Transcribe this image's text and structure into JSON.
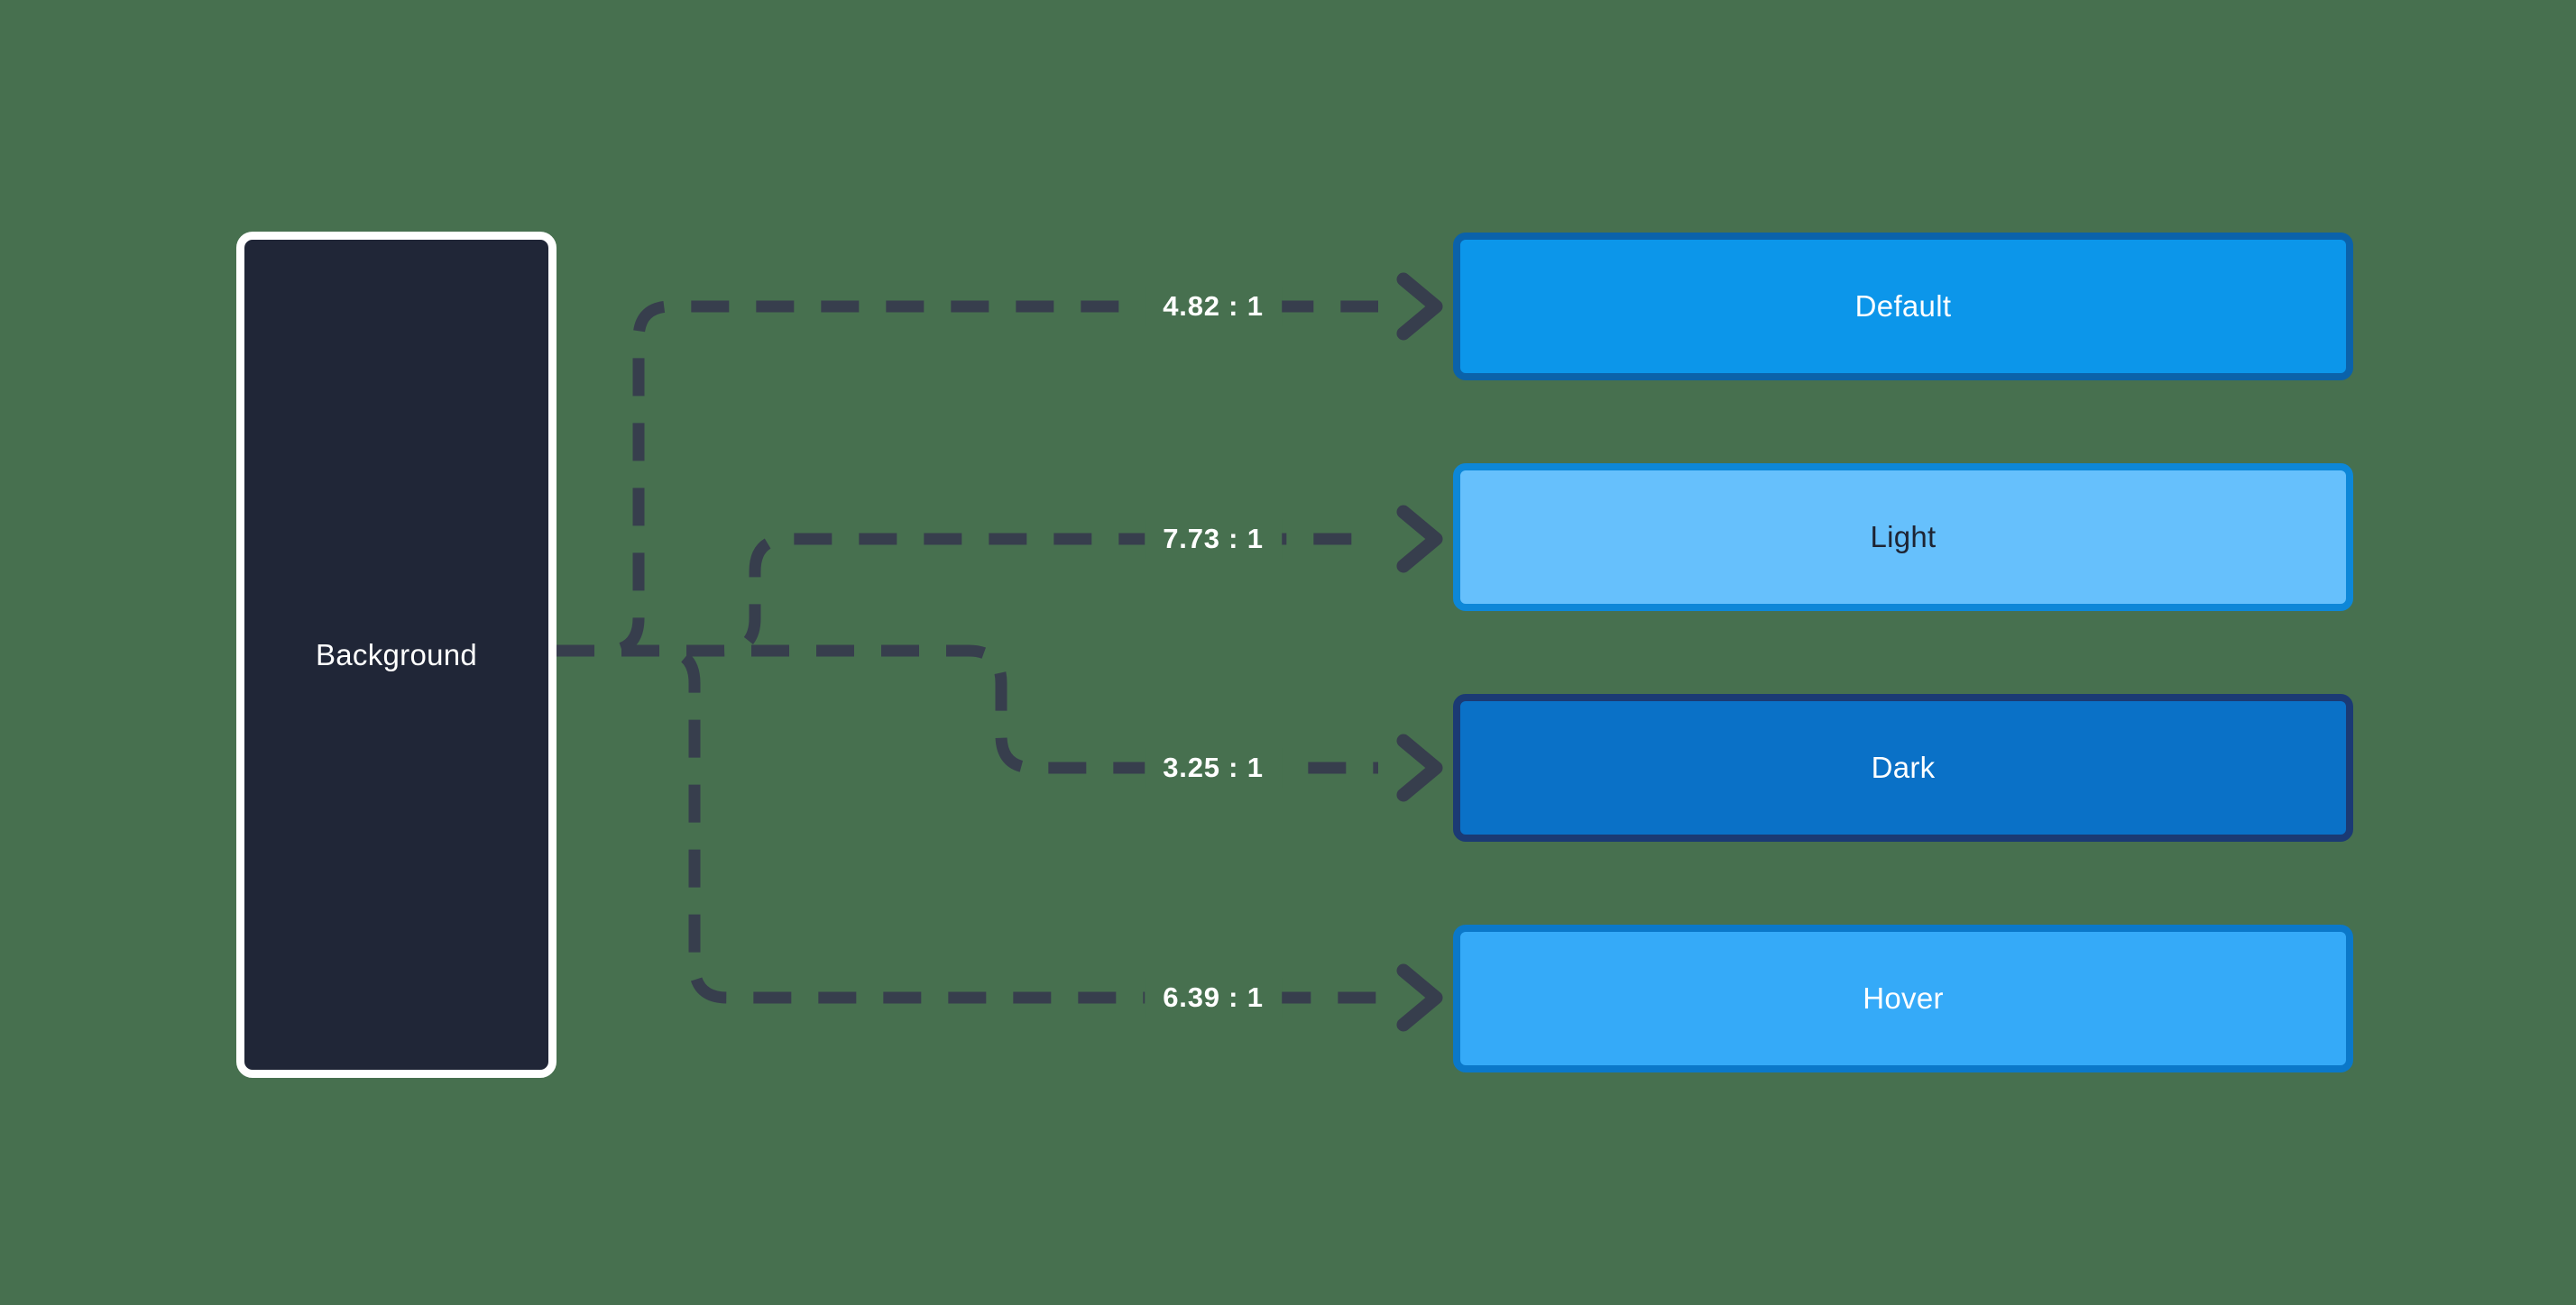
{
  "canvas": {
    "background": "#47704F",
    "connector_color": "#373E4D"
  },
  "background_swatch": {
    "label": "Background",
    "fill": "#202637",
    "border": "#FFFFFF",
    "label_color": "#FFFFFF"
  },
  "connections": [
    {
      "ratio": "4.82 : 1",
      "target": {
        "label": "Default",
        "fill": "#0C96EA",
        "border": "#0B62AA",
        "label_color": "#FFFFFF"
      }
    },
    {
      "ratio": "7.73 : 1",
      "target": {
        "label": "Light",
        "fill": "#66C0FC",
        "border": "#0D87D8",
        "label_color": "#1E2433"
      }
    },
    {
      "ratio": "3.25 : 1",
      "target": {
        "label": "Dark",
        "fill": "#0A71C7",
        "border": "#1B3A74",
        "label_color": "#FFFFFF"
      }
    },
    {
      "ratio": "6.39 : 1",
      "target": {
        "label": "Hover",
        "fill": "#35AAF8",
        "border": "#0B78C9",
        "label_color": "#FFFFFF"
      }
    }
  ]
}
